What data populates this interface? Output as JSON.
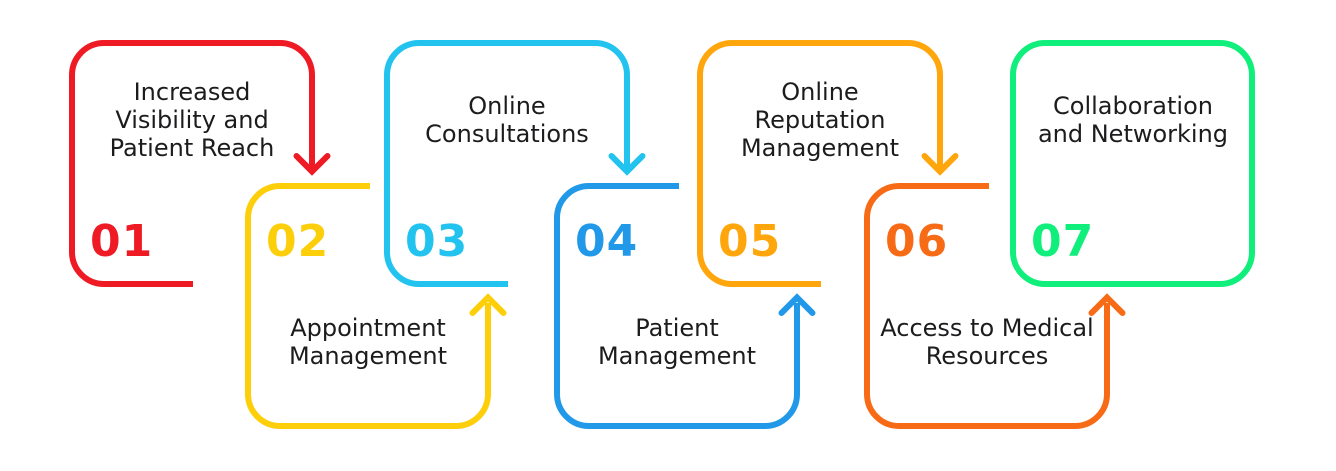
{
  "diagram": {
    "background": "#FFFFFF",
    "text_color": "#1C1C1E",
    "items": [
      {
        "number": "01",
        "label": "Increased Visibility and Patient Reach",
        "color": "#EE1B24",
        "position": "top",
        "arrow": "down"
      },
      {
        "number": "02",
        "label": "Appointment Management",
        "color": "#FDCE0A",
        "position": "bottom",
        "arrow": "up"
      },
      {
        "number": "03",
        "label": "Online Consultations",
        "color": "#22C3EE",
        "position": "top",
        "arrow": "down"
      },
      {
        "number": "04",
        "label": "Patient Management",
        "color": "#2199E8",
        "position": "bottom",
        "arrow": "up"
      },
      {
        "number": "05",
        "label": "Online Reputation Management",
        "color": "#FFA60C",
        "position": "top",
        "arrow": "down"
      },
      {
        "number": "06",
        "label": "Access to Medical Resources",
        "color": "#F76B17",
        "position": "bottom",
        "arrow": "up"
      },
      {
        "number": "07",
        "label": "Collaboration and Networking",
        "color": "#10EF7C",
        "position": "top",
        "arrow": "none"
      }
    ]
  }
}
